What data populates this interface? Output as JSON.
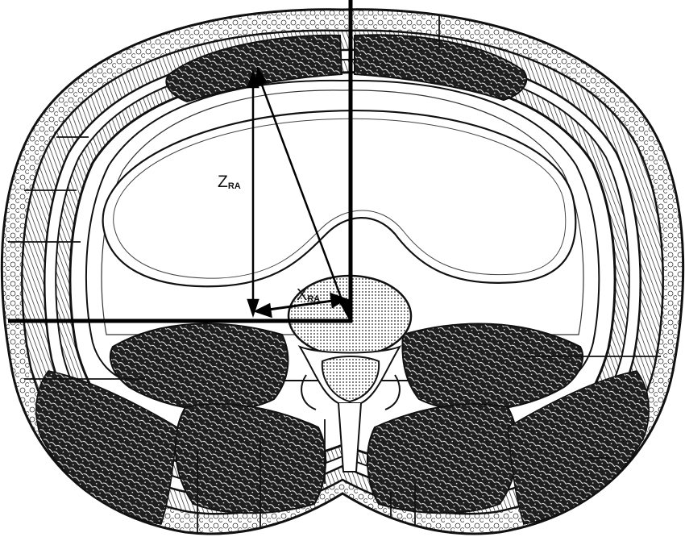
{
  "labels": {
    "z": {
      "main": "Z",
      "sub": "RA"
    },
    "x": {
      "main": "X",
      "sub": "RA"
    }
  },
  "colors": {
    "ink": "#111111",
    "muscle": "#2a2a2a",
    "paper": "#ffffff",
    "bone": "#f4f4f4"
  }
}
